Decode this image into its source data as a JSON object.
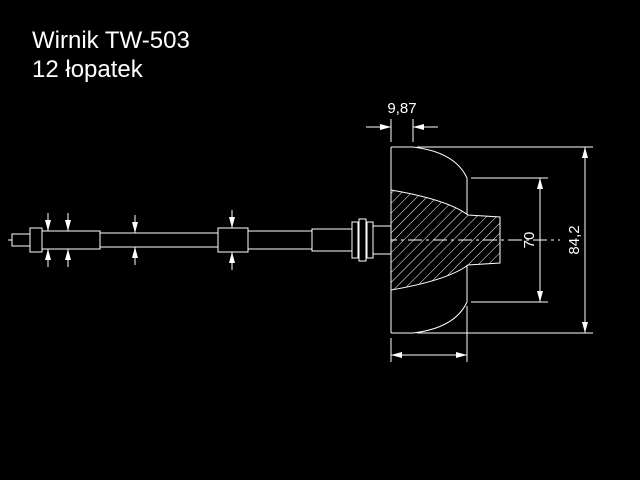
{
  "title": {
    "line1": "Wirnik TW-503",
    "line2": "12 łopatek"
  },
  "dimensions": {
    "blade_width": "9,87",
    "exducer_diameter": "70",
    "outer_diameter": "84,2"
  },
  "colors": {
    "background": "#000000",
    "line": "#ffffff"
  }
}
